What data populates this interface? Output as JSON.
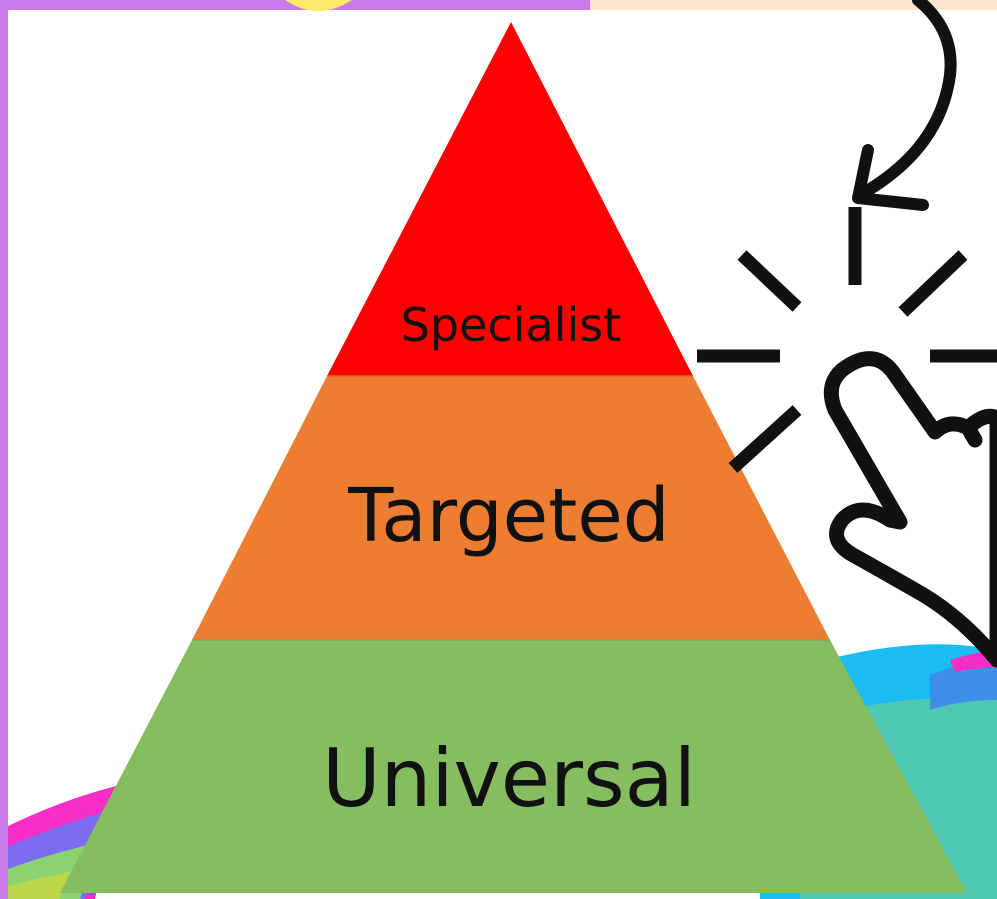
{
  "pyramid": {
    "tiers": [
      {
        "key": "specialist",
        "label": "Specialist",
        "color": "#ff0000"
      },
      {
        "key": "targeted",
        "label": "Targeted",
        "color": "#ed7d31"
      },
      {
        "key": "universal",
        "label": "Universal",
        "color": "#86bd5f"
      }
    ]
  },
  "colors": {
    "frame": "#c97ae8",
    "top_right_band": "#fde6cf",
    "top_left_blob": "#ffe96a",
    "swoosh": [
      "#19bdf2",
      "#50c9b4",
      "#8bd36e",
      "#f72fc7",
      "#7b6cf0"
    ]
  },
  "icons": [
    "curved-arrow-icon",
    "click-burst-icon",
    "pointing-hand-icon"
  ]
}
